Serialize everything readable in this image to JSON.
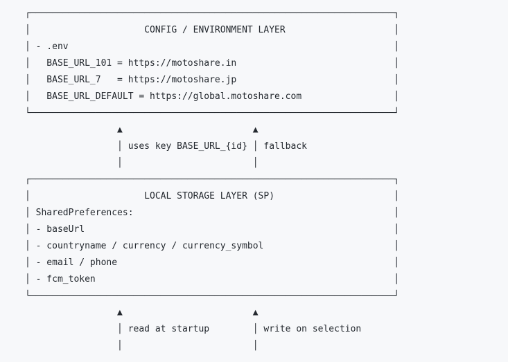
{
  "colors": {
    "background": "#f7f8fa",
    "text": "#24292f"
  },
  "config_box": {
    "title": "CONFIG / ENVIRONMENT LAYER",
    "env_file": ".env",
    "entries": [
      {
        "key": "BASE_URL_101",
        "value": "https://motoshare.in"
      },
      {
        "key": "BASE_URL_7",
        "value": "https://motoshare.jp"
      },
      {
        "key": "BASE_URL_DEFAULT",
        "value": "https://global.motoshare.com"
      }
    ],
    "ascii": "┌───────────────────────────────────────────────────────────────────┐\n│                     CONFIG / ENVIRONMENT LAYER                    │\n│ - .env                                                            │\n│   BASE_URL_101 = https://motoshare.in                             │\n│   BASE_URL_7   = https://motoshare.jp                             │\n│   BASE_URL_DEFAULT = https://global.motoshare.com                 │\n└───────────────────────────────────────────────────────────────────┘"
  },
  "upper_connectors": {
    "left_label": "uses key BASE_URL_{id}",
    "right_label": "fallback",
    "ascii": "                 ▲                        ▲\n                 │ uses key BASE_URL_{id} │ fallback\n                 │                        │"
  },
  "storage_box": {
    "title": "LOCAL STORAGE LAYER (SP)",
    "heading": "SharedPreferences:",
    "items": [
      "baseUrl",
      "countryname / currency / currency_symbol",
      "email / phone",
      "fcm_token"
    ],
    "ascii": "┌───────────────────────────────────────────────────────────────────┐\n│                     LOCAL STORAGE LAYER (SP)                      │\n│ SharedPreferences:                                                │\n│ - baseUrl                                                         │\n│ - countryname / currency / currency_symbol                        │\n│ - email / phone                                                   │\n│ - fcm_token                                                       │\n└───────────────────────────────────────────────────────────────────┘"
  },
  "lower_connectors": {
    "left_label": "read at startup",
    "right_label": "write on selection",
    "ascii": "                 ▲                        ▲\n                 │ read at startup        │ write on selection\n                 │                        │"
  }
}
